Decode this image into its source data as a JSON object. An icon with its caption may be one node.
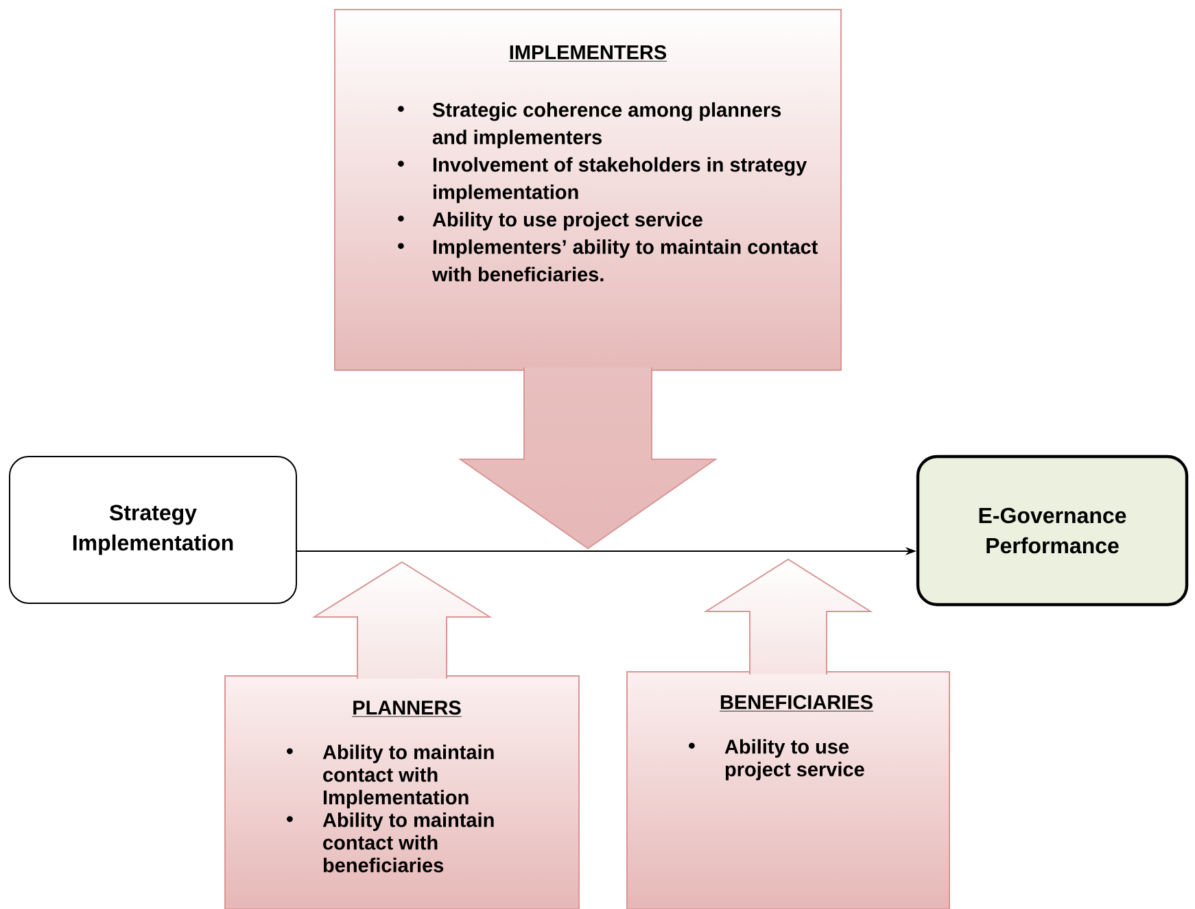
{
  "diagram": {
    "nodes": [
      {
        "text": [
          "Strategy Implementation"
        ]
      },
      {
        "text": [
          "E-Governance Performance"
        ]
      },
      {
        "text": [
          "IMPLEMENTERS",
          "Strategic coherence among planners and implementers",
          "Involvement of stakeholders in strategy implementation",
          "Ability to use project service",
          "Implementers’ ability to maintain contact with beneficiaries."
        ]
      },
      {
        "text": [
          "PLANNERS",
          "Ability to maintain contact with Implementation",
          "Ability to maintain contact with beneficiaries"
        ]
      },
      {
        "text": [
          "BENEFICIARIES",
          "Ability to use project service"
        ]
      }
    ],
    "edges": [
      {
        "from": 0,
        "to": 1,
        "arrow": "to",
        "color": "#000000"
      }
    ]
  }
}
